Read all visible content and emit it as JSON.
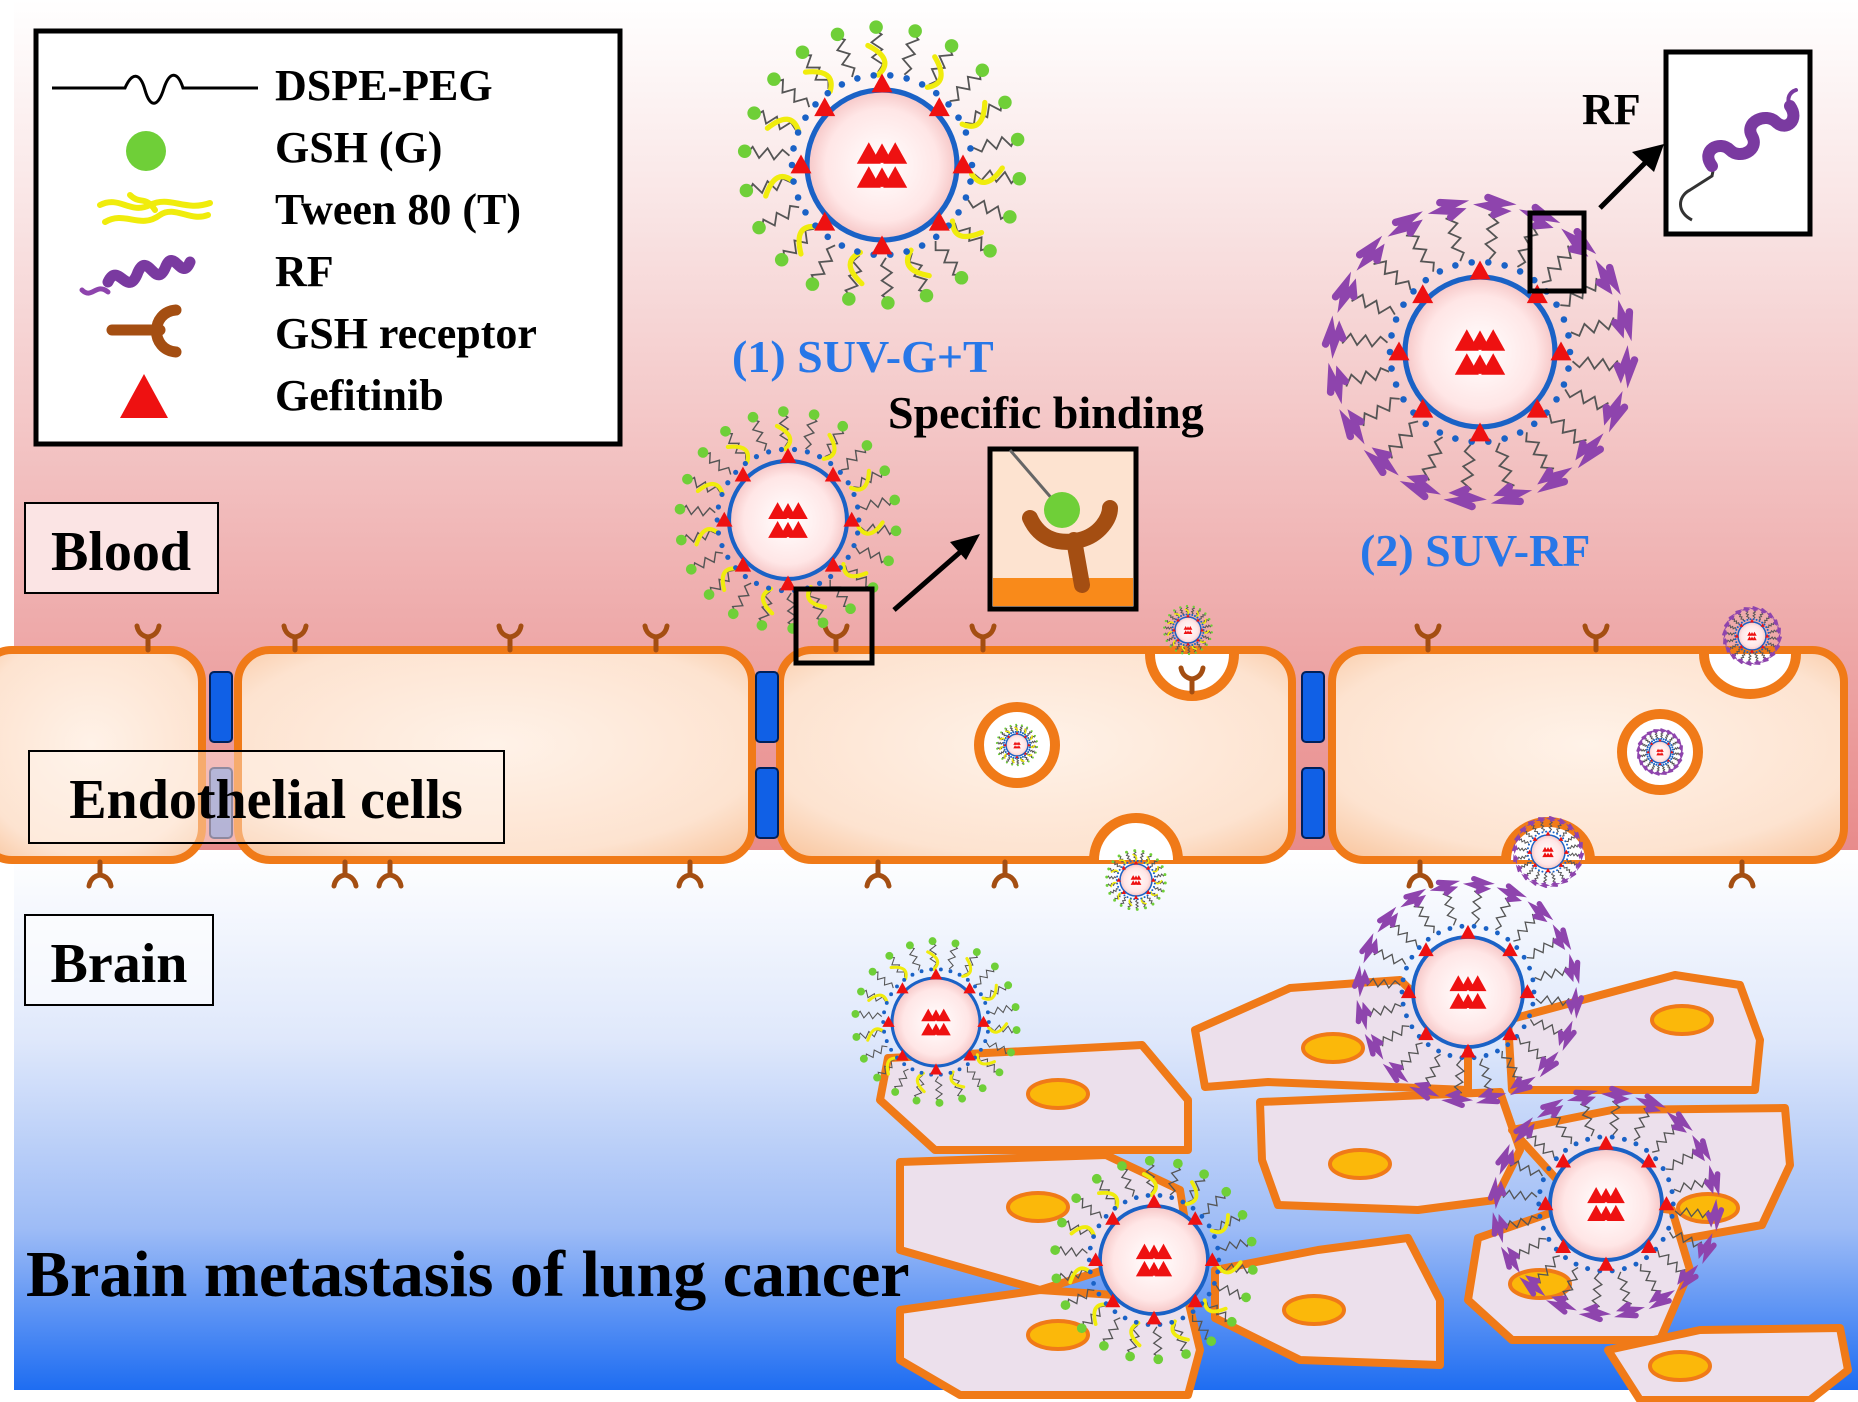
{
  "legend": {
    "items": [
      {
        "key": "peg",
        "label": "DSPE-PEG"
      },
      {
        "key": "gsh",
        "label": "GSH (G)"
      },
      {
        "key": "tween",
        "label": "Tween 80 (T)"
      },
      {
        "key": "rf",
        "label": "RF"
      },
      {
        "key": "receptor",
        "label": "GSH receptor"
      },
      {
        "key": "gefitinib",
        "label": "Gefitinib"
      }
    ]
  },
  "regions": {
    "blood": "Blood",
    "endothelial": "Endothelial cells",
    "brain": "Brain",
    "metastasis": "Brain metastasis of lung cancer"
  },
  "particles": {
    "suv_gt": "(1) SUV-G+T",
    "suv_rf": "(2) SUV-RF"
  },
  "callouts": {
    "binding": "Specific binding",
    "rf": "RF"
  },
  "colors": {
    "blood_top": "#ffffff",
    "blood_bottom": "#e88c8c",
    "brain_top": "#ffffff",
    "brain_bottom": "#1e6df2",
    "cell_outline": "#f07a18",
    "cell_fill": "#fde3d0",
    "tumor_fill": "#ece0ec",
    "nucleus": "#fbb80a",
    "receptor": "#a44e12",
    "membrane_dots": "#1a62c6",
    "gefitinib": "#ee1111",
    "gsh": "#6fcf38",
    "tween": "#f0ec0c",
    "rf": "#8e44ad",
    "label_blue": "#2777e8",
    "junction": "#1060e6"
  }
}
